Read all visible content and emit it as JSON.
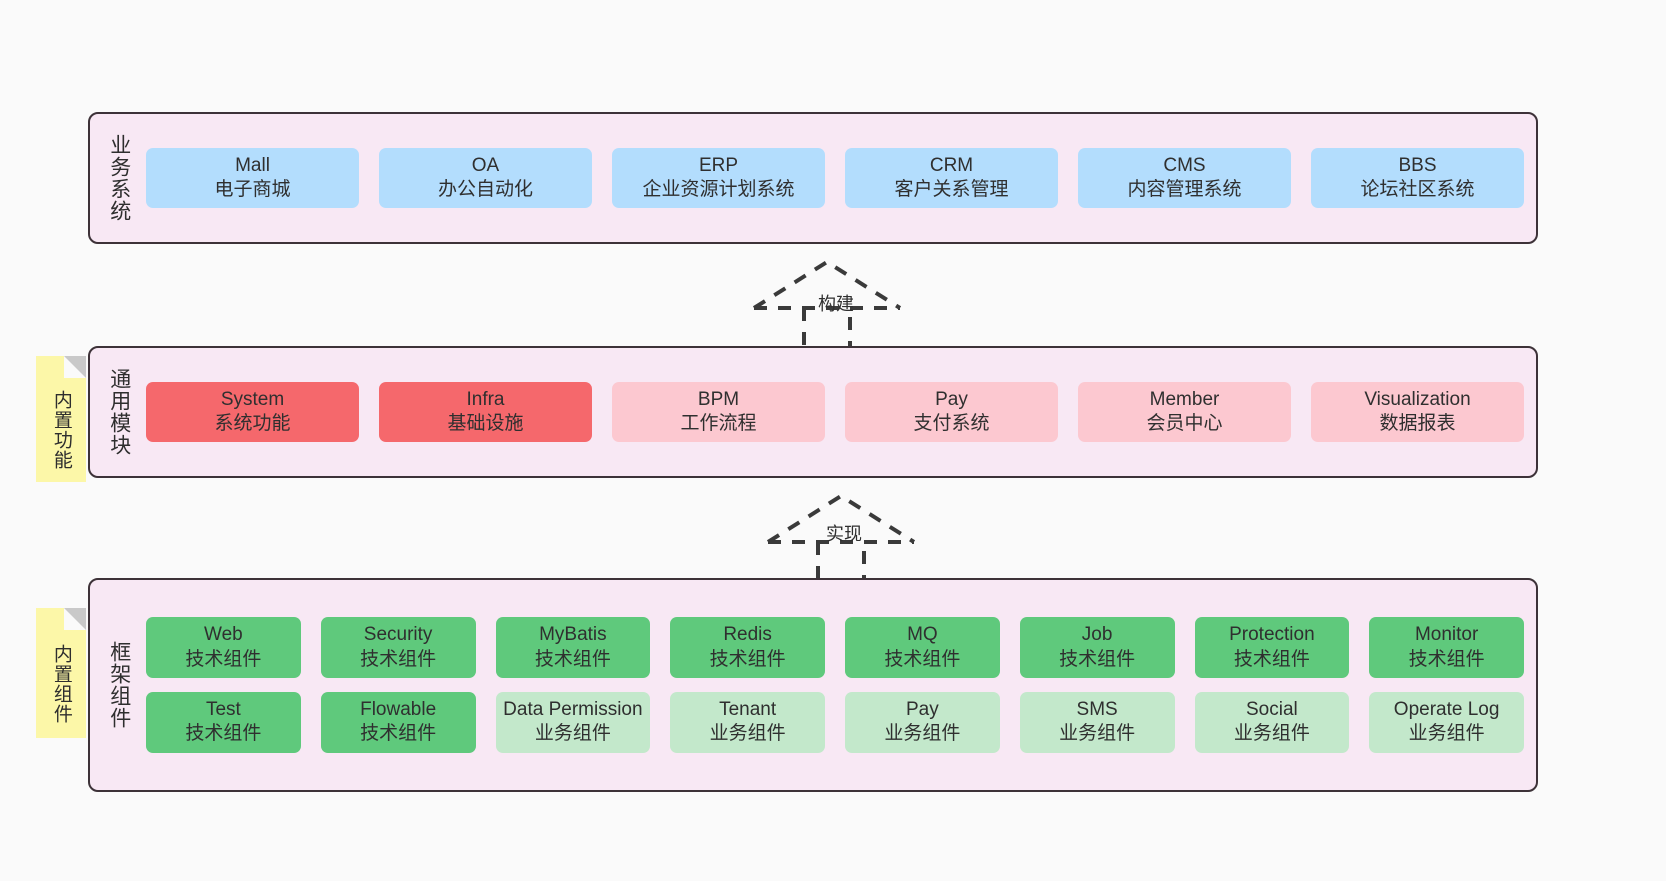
{
  "diagram": {
    "title_hidden": "",
    "colors": {
      "background": "#fafafa",
      "layer_fill": "#f8e8f4",
      "layer_border": "#3d3238",
      "blue": "#b3ddfd",
      "red": "#f5686c",
      "pink": "#fcc8d0",
      "green": "#5fc97c",
      "green_light": "#c3e8cb",
      "note_yellow": "#fcf7a8"
    }
  },
  "layers": {
    "business": {
      "title": "业务系统",
      "items": [
        {
          "en": "Mall",
          "cn": "电子商城",
          "color": "blue"
        },
        {
          "en": "OA",
          "cn": "办公自动化",
          "color": "blue"
        },
        {
          "en": "ERP",
          "cn": "企业资源计划系统",
          "color": "blue"
        },
        {
          "en": "CRM",
          "cn": "客户关系管理",
          "color": "blue"
        },
        {
          "en": "CMS",
          "cn": "内容管理系统",
          "color": "blue"
        },
        {
          "en": "BBS",
          "cn": "论坛社区系统",
          "color": "blue"
        }
      ]
    },
    "common": {
      "title": "通用模块",
      "note": "内置功能",
      "items": [
        {
          "en": "System",
          "cn": "系统功能",
          "color": "red"
        },
        {
          "en": "Infra",
          "cn": "基础设施",
          "color": "red"
        },
        {
          "en": "BPM",
          "cn": "工作流程",
          "color": "pink"
        },
        {
          "en": "Pay",
          "cn": "支付系统",
          "color": "pink"
        },
        {
          "en": "Member",
          "cn": "会员中心",
          "color": "pink"
        },
        {
          "en": "Visualization",
          "cn": "数据报表",
          "color": "pink"
        }
      ]
    },
    "framework": {
      "title": "框架组件",
      "note": "内置组件",
      "row1": [
        {
          "en": "Web",
          "cn": "技术组件",
          "color": "green"
        },
        {
          "en": "Security",
          "cn": "技术组件",
          "color": "green"
        },
        {
          "en": "MyBatis",
          "cn": "技术组件",
          "color": "green"
        },
        {
          "en": "Redis",
          "cn": "技术组件",
          "color": "green"
        },
        {
          "en": "MQ",
          "cn": "技术组件",
          "color": "green"
        },
        {
          "en": "Job",
          "cn": "技术组件",
          "color": "green"
        },
        {
          "en": "Protection",
          "cn": "技术组件",
          "color": "green"
        },
        {
          "en": "Monitor",
          "cn": "技术组件",
          "color": "green"
        }
      ],
      "row2": [
        {
          "en": "Test",
          "cn": "技术组件",
          "color": "green"
        },
        {
          "en": "Flowable",
          "cn": "技术组件",
          "color": "green"
        },
        {
          "en": "Data Permission",
          "cn": "业务组件",
          "color": "green-light",
          "wrap": true
        },
        {
          "en": "Tenant",
          "cn": "业务组件",
          "color": "green-light"
        },
        {
          "en": "Pay",
          "cn": "业务组件",
          "color": "green-light"
        },
        {
          "en": "SMS",
          "cn": "业务组件",
          "color": "green-light"
        },
        {
          "en": "Social",
          "cn": "业务组件",
          "color": "green-light"
        },
        {
          "en": "Operate Log",
          "cn": "业务组件",
          "color": "green-light"
        }
      ]
    }
  },
  "connectors": [
    {
      "label": "构建",
      "from": "common",
      "to": "business",
      "style": "dashed-generalization"
    },
    {
      "label": "实现",
      "from": "framework",
      "to": "common",
      "style": "dashed-generalization"
    }
  ]
}
